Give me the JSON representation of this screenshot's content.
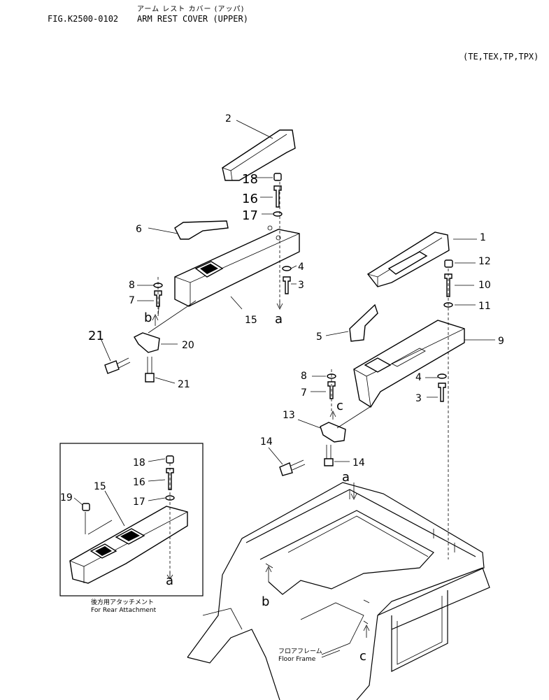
{
  "header": {
    "title_jp": "アーム レスト カバー (アッパ)",
    "fig_code": "FIG.K2500-0102",
    "title_en": "ARM REST COVER (UPPER)",
    "models": "(TE,TEX,TP,TPX)"
  },
  "callouts": {
    "c1": "1",
    "c2": "2",
    "c3a": "3",
    "c3b": "3",
    "c4a": "4",
    "c4b": "4",
    "c5": "5",
    "c6": "6",
    "c7a": "7",
    "c7b": "7",
    "c8a": "8",
    "c8b": "8",
    "c9": "9",
    "c10": "10",
    "c11": "11",
    "c12": "12",
    "c13": "13",
    "c14a": "14",
    "c14b": "14",
    "c15a": "15",
    "c15b": "15",
    "c16a": "16",
    "c16b": "16",
    "c17a": "17",
    "c17b": "17",
    "c18a": "18",
    "c18b": "18",
    "c19": "19",
    "c20": "20",
    "c21a": "21",
    "c21b": "21"
  },
  "letters": {
    "a1": "a",
    "a2": "a",
    "a3": "a",
    "b1": "b",
    "b2": "b",
    "c1": "c",
    "c2": "c"
  },
  "inset": {
    "caption_jp": "後方用アタッチメント",
    "caption_en": "For Rear Attachment"
  },
  "floor": {
    "label_jp": "フロアフレーム",
    "label_en": "Floor  Frame"
  }
}
